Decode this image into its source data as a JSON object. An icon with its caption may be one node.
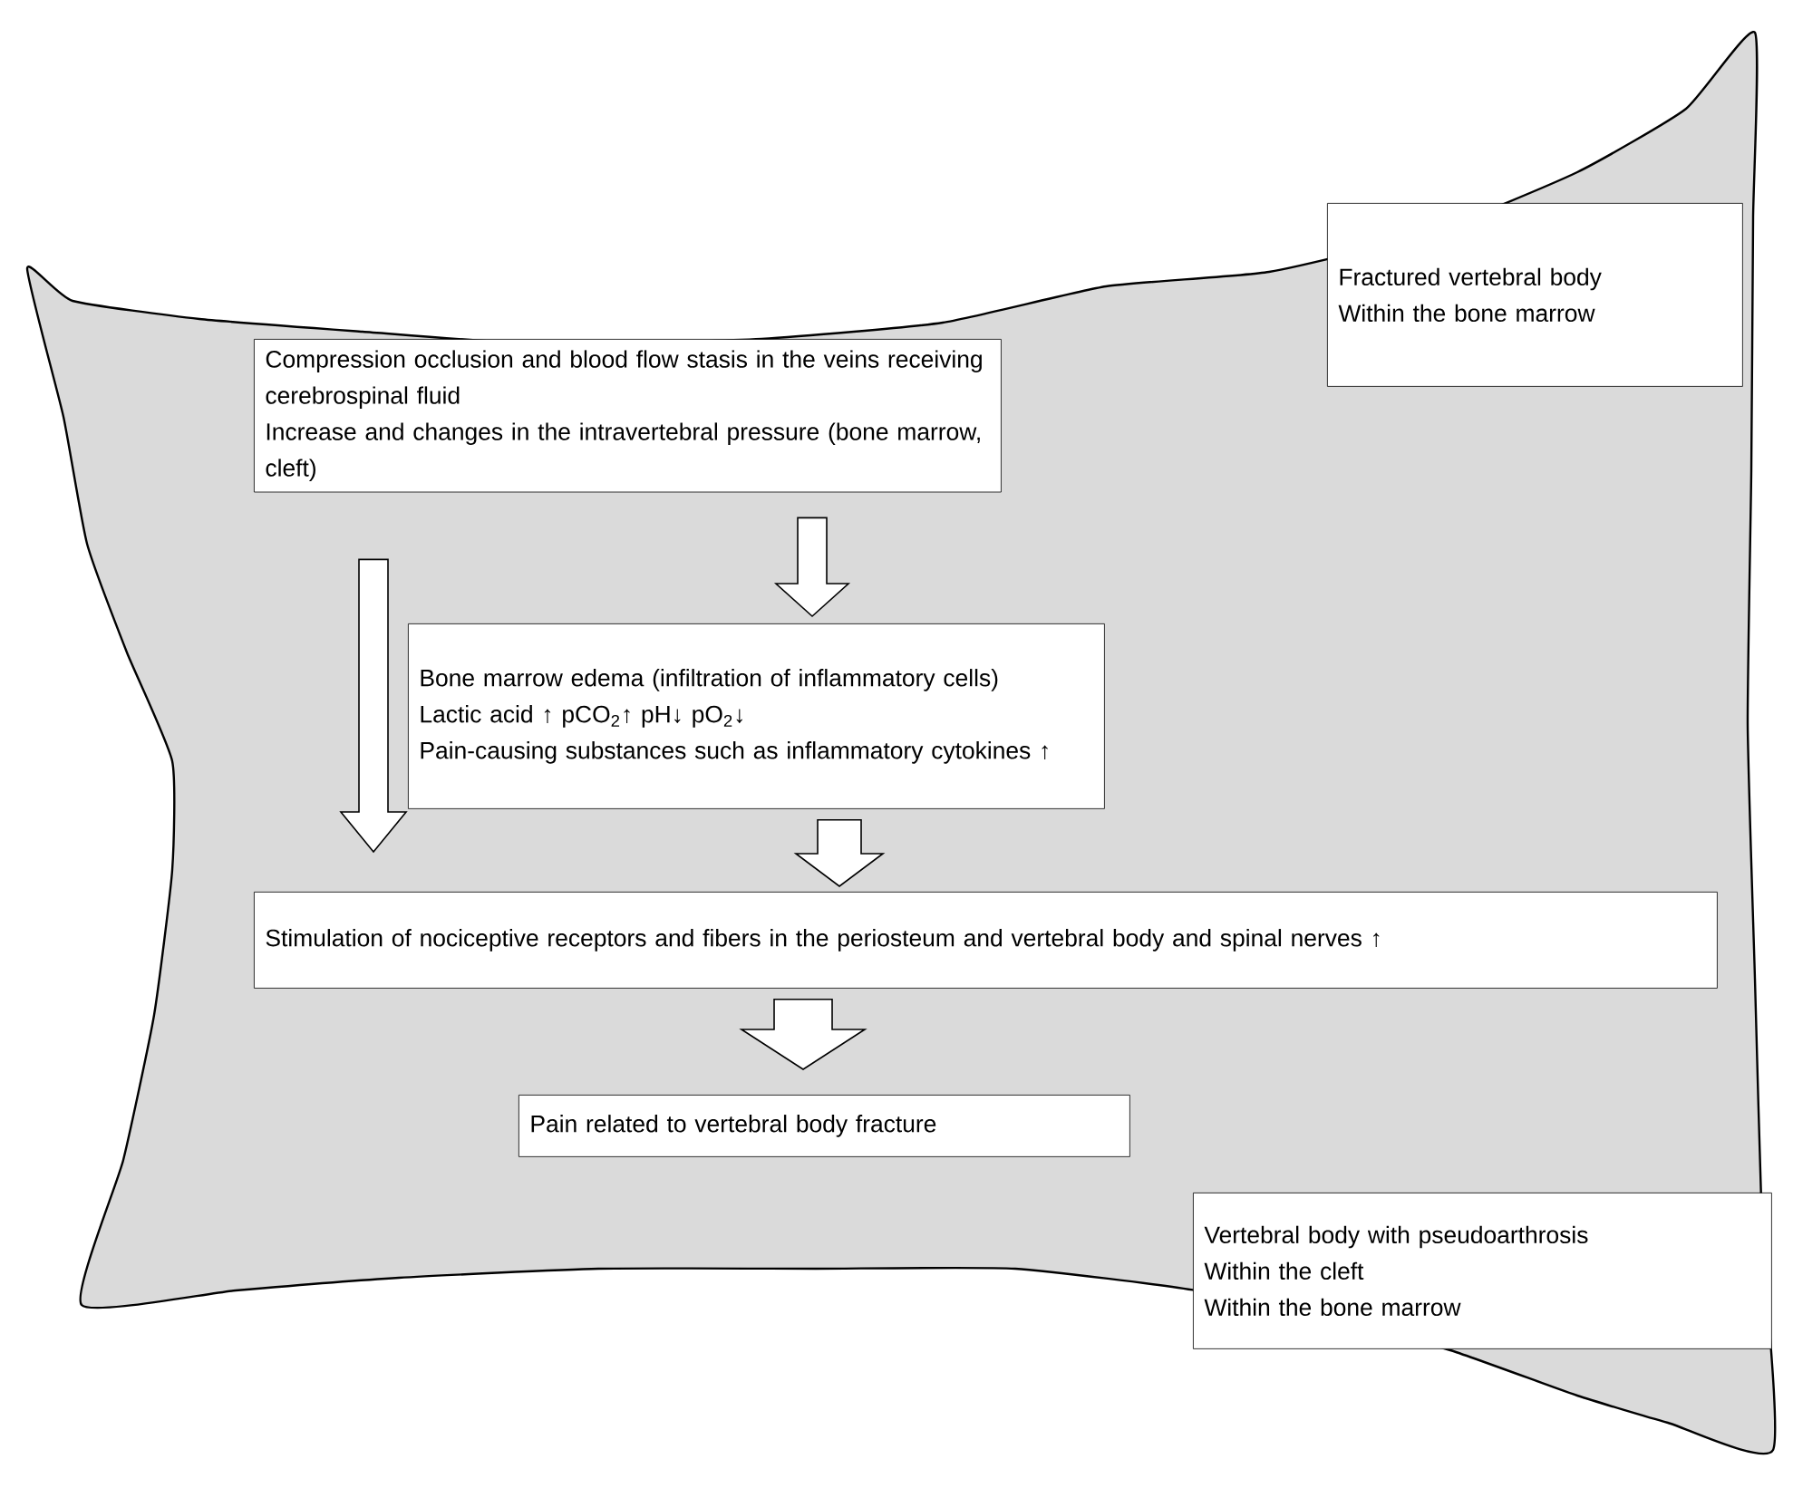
{
  "diagram": {
    "nodes": [
      {
        "text": [
          "Fractured vertebral body",
          "Within the bone marrow"
        ]
      },
      {
        "text": [
          "Compression occlusion and blood flow stasis in the veins receiving cerebrospinal fluid",
          "Increase and changes in the intravertebral pressure (bone marrow, cleft)"
        ]
      },
      {
        "text": [
          "Bone marrow edema (infiltration of inflammatory cells)",
          "Lactic acid ↑ pCO$_{2}$↑ pH↓ pO$_{2}$↓",
          "Pain-causing substances such as inflammatory cytokines ↑"
        ]
      },
      {
        "text": [
          "Stimulation of nociceptive receptors and fibers in the periosteum and vertebral body and spinal nerves ↑"
        ]
      },
      {
        "text": [
          "Pain related to vertebral body fracture"
        ]
      },
      {
        "text": [
          "Vertebral body with pseudoarthrosis",
          "Within the cleft",
          "Within the bone marrow"
        ]
      }
    ],
    "edges": [
      {
        "from": 1,
        "to": 2,
        "arrow": "to"
      },
      {
        "from": 1,
        "to": 3,
        "arrow": "to"
      },
      {
        "from": 2,
        "to": 3,
        "arrow": "to"
      },
      {
        "from": 3,
        "to": 4,
        "arrow": "to"
      }
    ]
  }
}
